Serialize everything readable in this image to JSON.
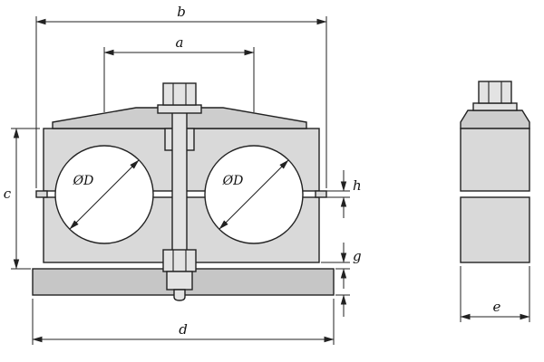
{
  "colors": {
    "line": "#222222",
    "body_fill": "#d9d9d9",
    "cap_fill": "#cdcdcd",
    "base_fill": "#c6c6c6",
    "bolt_fill": "#e3e3e3",
    "bore_fill": "#ffffff",
    "background": "#ffffff"
  },
  "front_view": {
    "dim_b": "b",
    "dim_a": "a",
    "dim_c": "c",
    "dim_d": "d",
    "dim_h": "h",
    "dim_g": "g",
    "bore_left_label": "ØD",
    "bore_right_label": "ØD"
  },
  "side_view": {
    "dim_e": "e"
  }
}
